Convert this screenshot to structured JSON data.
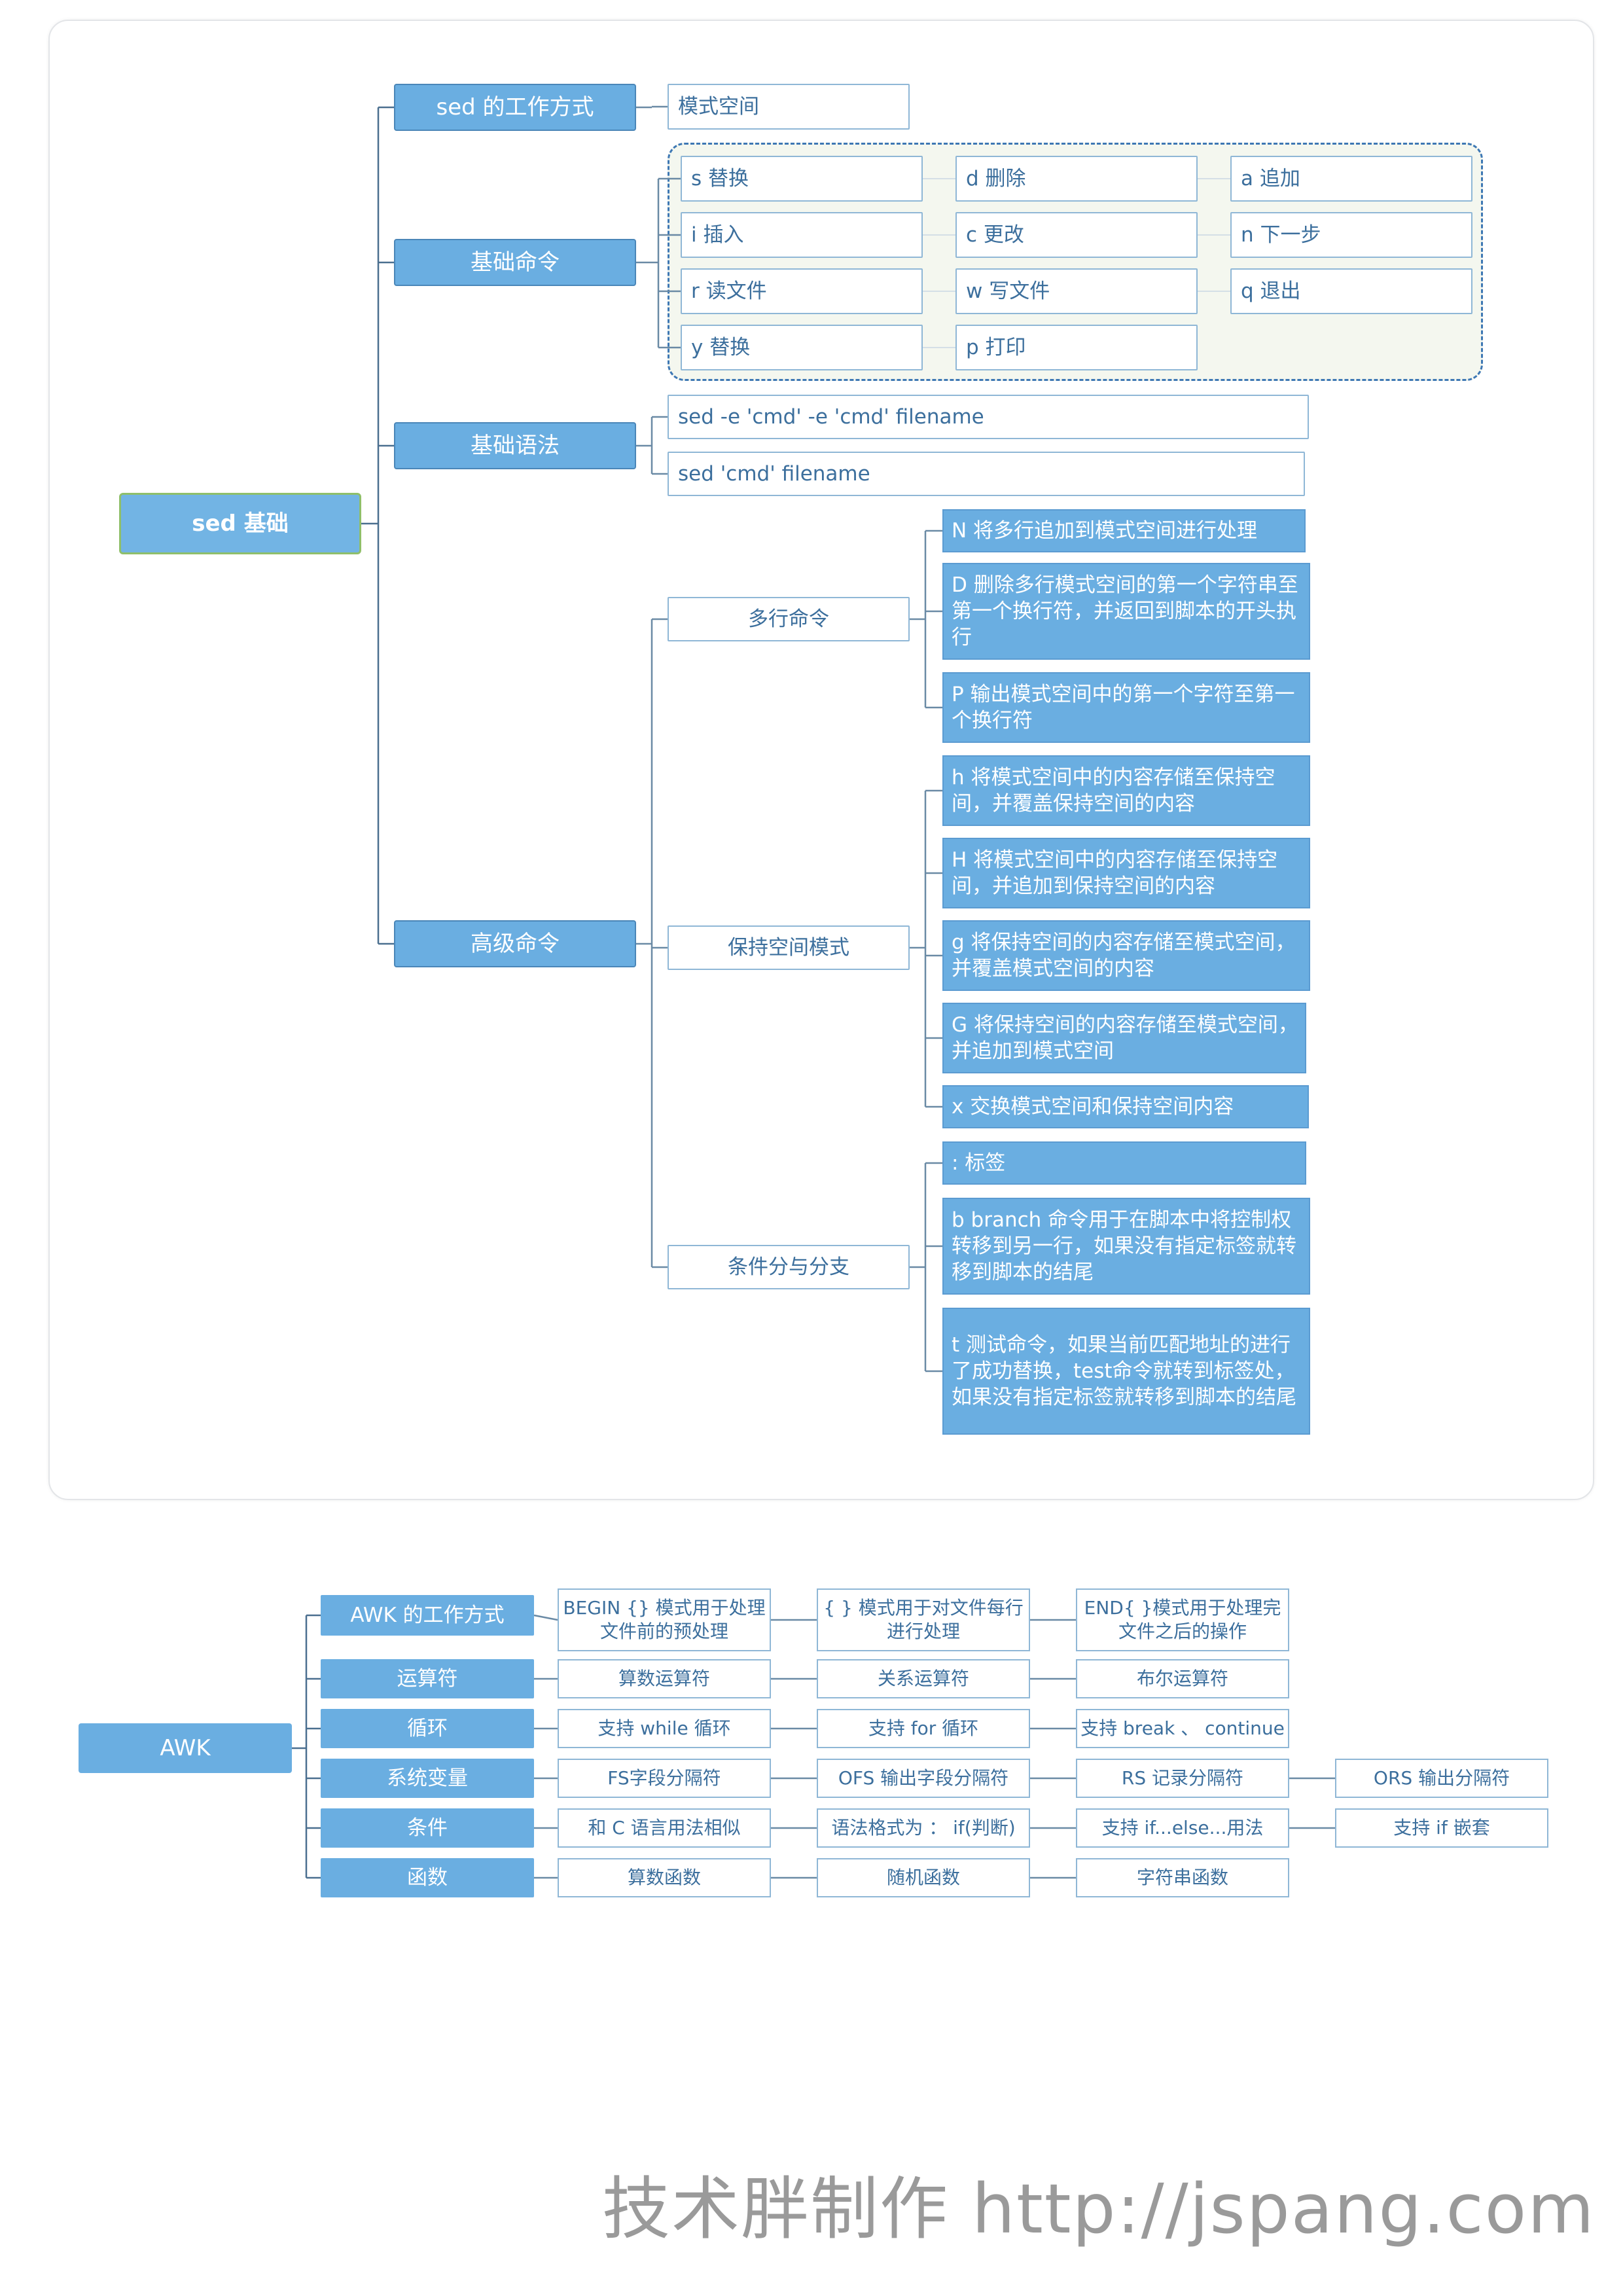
{
  "sed": {
    "root": "sed 基础",
    "work_mode": {
      "label": "sed 的工作方式",
      "child": "模式空间"
    },
    "basic_commands": {
      "label": "基础命令",
      "items": [
        "s 替换",
        "d 删除",
        "a 追加",
        "i 插入",
        "c 更改",
        "n 下一步",
        "r 读文件",
        "w 写文件",
        "q 退出",
        "y 替换",
        "p 打印"
      ]
    },
    "basic_syntax": {
      "label": "基础语法",
      "items": [
        "sed -e 'cmd' -e 'cmd' filename",
        "sed 'cmd' filename"
      ]
    },
    "advanced": {
      "label": "高级命令",
      "multiline": {
        "label": "多行命令",
        "items": [
          "N 将多行追加到模式空间进行处理",
          "D 删除多行模式空间的第一个字符串至第一个换行符，并返回到脚本的开头执行",
          "P 输出模式空间中的第一个字符至第一个换行符"
        ]
      },
      "hold_space": {
        "label": "保持空间模式",
        "items": [
          "h 将模式空间中的内容存储至保持空间，并覆盖保持空间的内容",
          "H 将模式空间中的内容存储至保持空间，并追加到保持空间的内容",
          "g 将保持空间的内容存储至模式空间， 并覆盖模式空间的内容",
          "G 将保持空间的内容存储至模式空间，并追加到模式空间",
          "x 交换模式空间和保持空间内容"
        ]
      },
      "branch": {
        "label": "条件分与分支",
        "items": [
          ": 标签",
          "b branch 命令用于在脚本中将控制权转移到另一行，如果没有指定标签就转移到脚本的结尾",
          "t 测试命令，如果当前匹配地址的进行了成功替换，test命令就转到标签处，如果没有指定标签就转移到脚本的结尾"
        ]
      }
    }
  },
  "awk": {
    "root": "AWK",
    "rows": [
      {
        "label": "AWK 的工作方式",
        "items": [
          "BEGIN {} 模式用于处理文件前的预处理",
          "{ } 模式用于对文件每行进行处理",
          "END{ }模式用于处理完文件之后的操作"
        ]
      },
      {
        "label": "运算符",
        "items": [
          "算数运算符",
          "关系运算符",
          "布尔运算符"
        ]
      },
      {
        "label": "循环",
        "items": [
          "支持 while 循环",
          "支持 for 循环",
          "支持 break 、 continue"
        ]
      },
      {
        "label": "系统变量",
        "items": [
          "FS字段分隔符",
          "OFS 输出字段分隔符",
          "RS 记录分隔符",
          "ORS 输出分隔符"
        ]
      },
      {
        "label": "条件",
        "items": [
          "和 C 语言用法相似",
          "语法格式为 ： if(判断)",
          "支持 if...else...用法",
          "支持 if 嵌套"
        ]
      },
      {
        "label": "函数",
        "items": [
          "算数函数",
          "随机函数",
          "字符串函数"
        ]
      }
    ]
  },
  "watermark": "技术胖制作 http://jspang.com"
}
